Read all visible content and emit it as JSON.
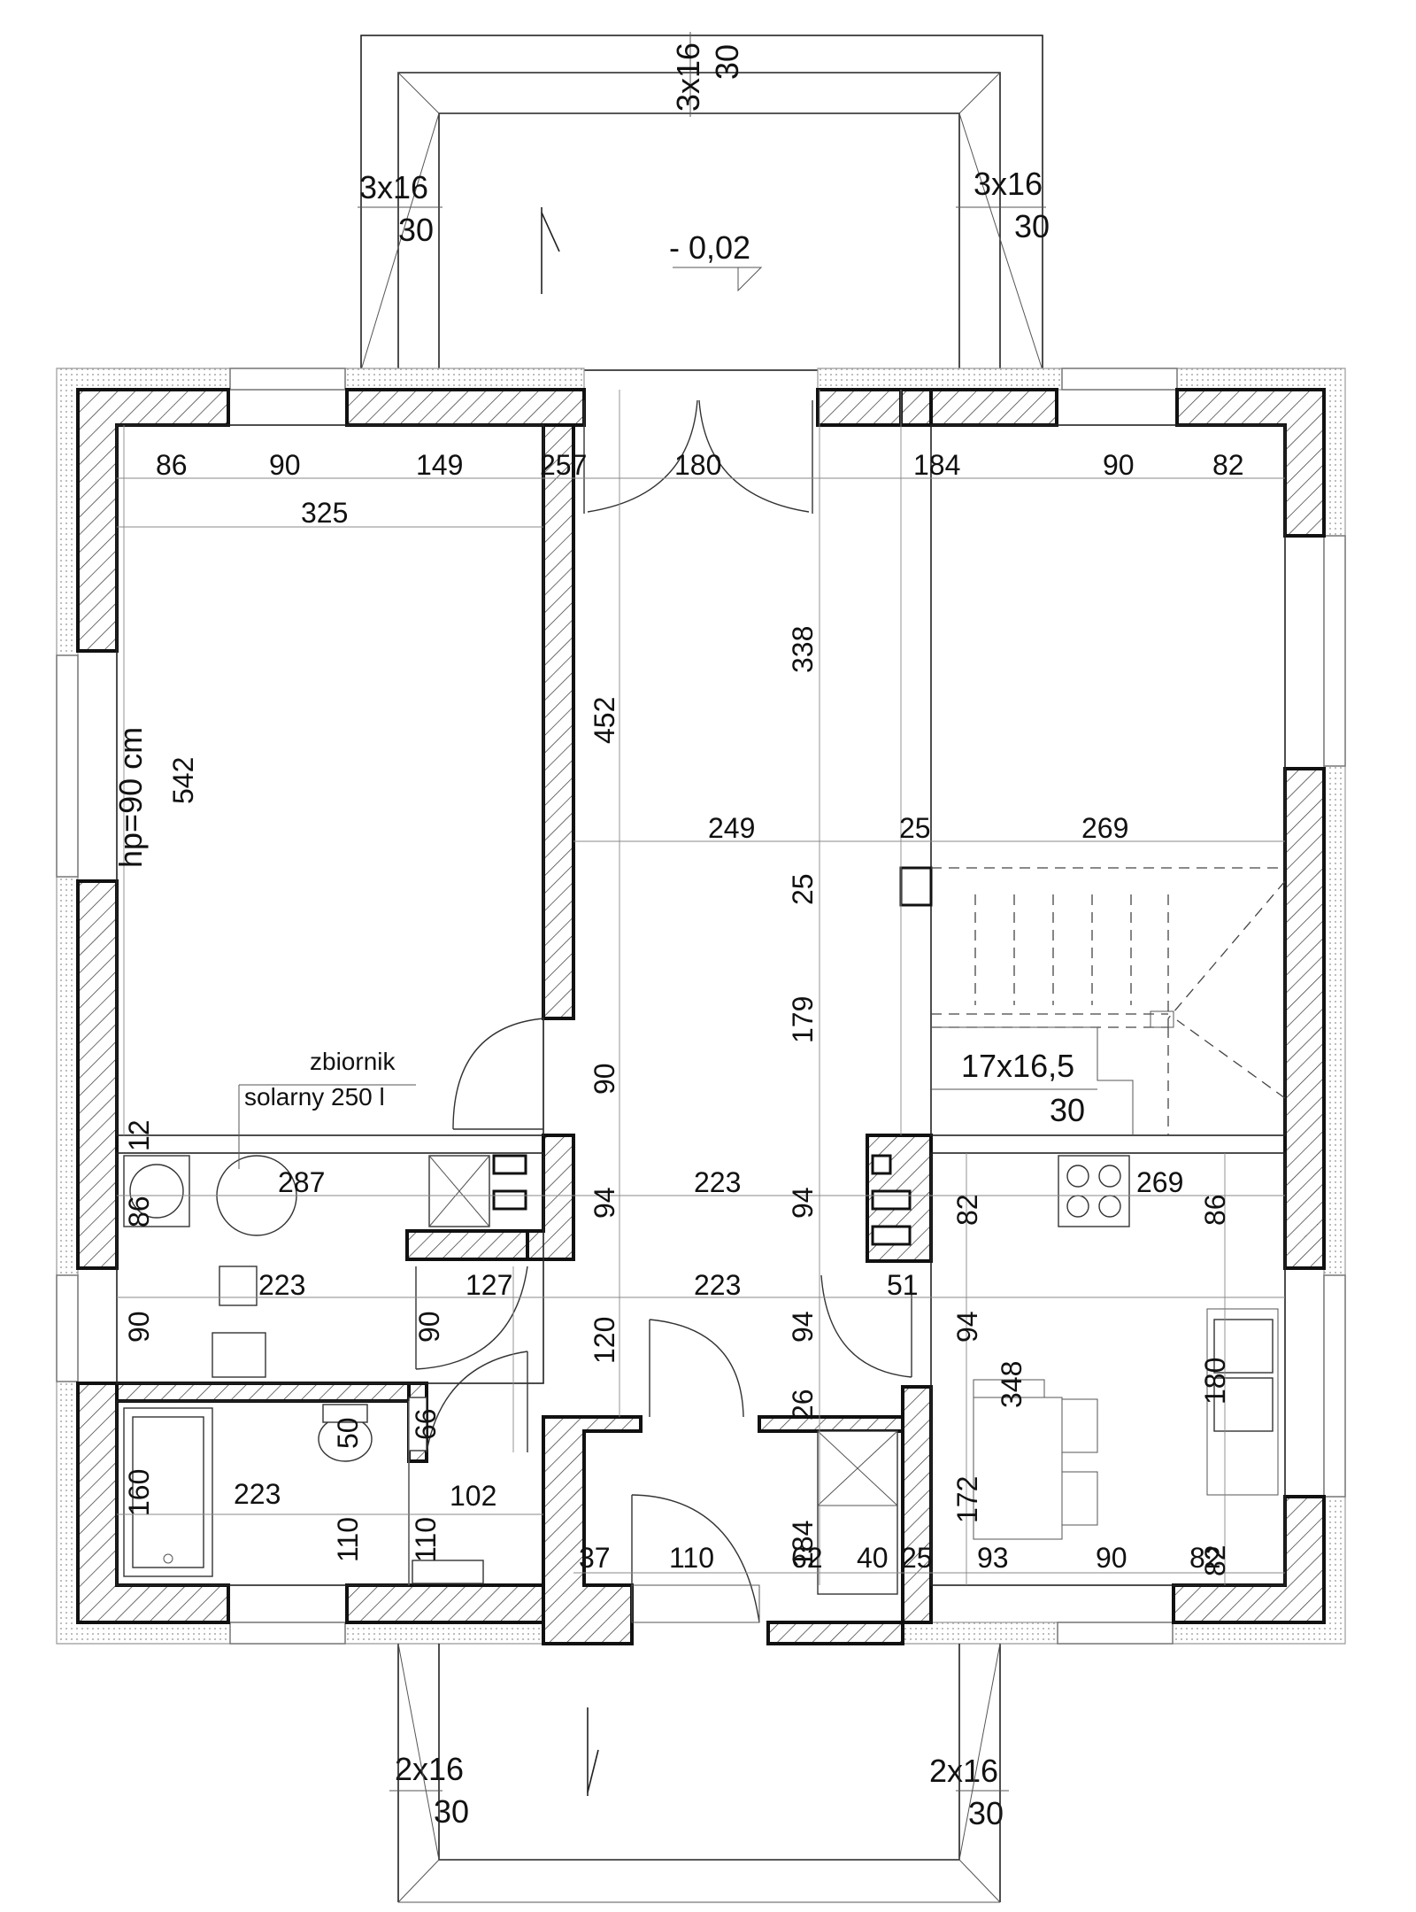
{
  "level": "- 0,02",
  "note_hp": "hp=90 cm",
  "tank": {
    "line1": "zbiornik",
    "line2": "solarny 250 l"
  },
  "stairs": {
    "steps": "17x16,5",
    "depth": "30"
  },
  "terrace_top": {
    "beam_top": {
      "section": "3x16",
      "spacing": "30"
    },
    "beam_left": {
      "section": "3x16",
      "spacing": "30"
    },
    "beam_right": {
      "section": "3x16",
      "spacing": "30"
    }
  },
  "terrace_bottom": {
    "beam_left": {
      "section": "2x16",
      "spacing": "30"
    },
    "beam_right": {
      "section": "2x16",
      "spacing": "30"
    }
  },
  "dims": {
    "r1_86": "86",
    "r1_90": "90",
    "r1_149": "149",
    "r1_257": "257",
    "r1_180": "180",
    "r1_184": "184",
    "r1_90b": "90",
    "r1_82": "82",
    "w325": "325",
    "h542": "542",
    "h452": "452",
    "h338": "338",
    "mid_249": "249",
    "mid_25": "25",
    "mid_269": "269",
    "v25": "25",
    "v179": "179",
    "v90": "90",
    "tr_12": "12",
    "b_86": "86",
    "b_287": "287",
    "b_94": "94",
    "b_223": "223",
    "b_94b": "94",
    "k_82": "82",
    "k_269": "269",
    "k_86": "86",
    "b_223b": "223",
    "b_127": "127",
    "b_223c": "223",
    "b_51": "51",
    "b_90": "90",
    "b_90b": "90",
    "b_120": "120",
    "b_94c": "94",
    "k_94": "94",
    "k_348": "348",
    "k_180": "180",
    "c_26": "26",
    "c_66": "66",
    "c_50": "50",
    "bath_160": "160",
    "bath_223": "223",
    "bath_102": "102",
    "bath_110": "110",
    "bath_110b": "110",
    "k_172": "172",
    "e_37": "37",
    "e_110": "110",
    "e_184": "184",
    "e_62": "62",
    "e_40": "40",
    "e_25": "25",
    "e_93": "93",
    "e_90": "90",
    "e_82": "82",
    "e_82b": "82"
  }
}
